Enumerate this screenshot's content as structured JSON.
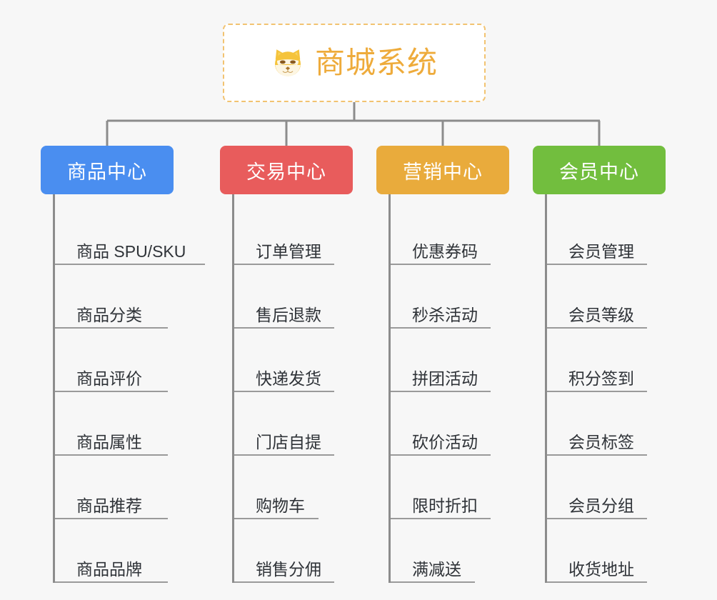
{
  "background_color": "#f7f7f7",
  "root": {
    "title": "商城系统",
    "icon": "shiba-dog-icon",
    "text_color": "#eeab3b",
    "border_color": "#f2c371",
    "background_color": "#ffffff"
  },
  "connector_color": "#8c8c8c",
  "columns": [
    {
      "header": "商品中心",
      "color": "#4a8ef0",
      "items": [
        "商品 SPU/SKU",
        "商品分类",
        "商品评价",
        "商品属性",
        "商品推荐",
        "商品品牌"
      ]
    },
    {
      "header": "交易中心",
      "color": "#e85c5c",
      "items": [
        "订单管理",
        "售后退款",
        "快递发货",
        "门店自提",
        "购物车",
        "销售分佣"
      ]
    },
    {
      "header": "营销中心",
      "color": "#e9ab3c",
      "items": [
        "优惠券码",
        "秒杀活动",
        "拼团活动",
        "砍价活动",
        "限时折扣",
        "满减送"
      ]
    },
    {
      "header": "会员中心",
      "color": "#72be3e",
      "items": [
        "会员管理",
        "会员等级",
        "积分签到",
        "会员标签",
        "会员分组",
        "收货地址"
      ]
    }
  ]
}
